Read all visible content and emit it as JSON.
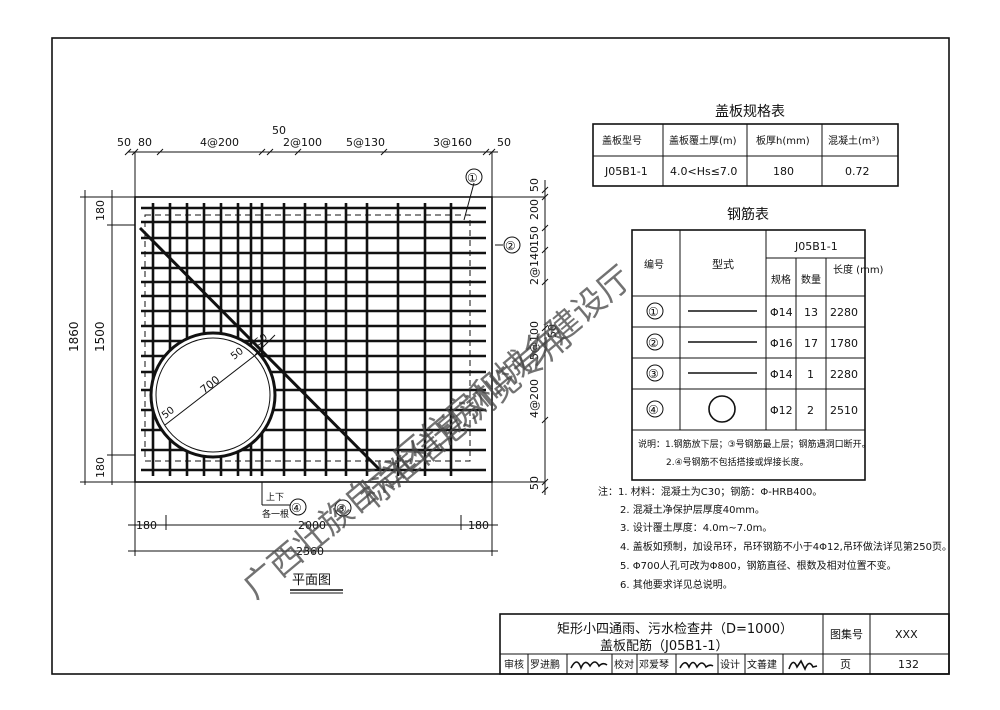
{
  "plan": {
    "title": "平面图",
    "top_dims": [
      "50",
      "80",
      "4@200",
      "50",
      "2@100",
      "5@130",
      "3@160",
      "50"
    ],
    "right_dims": [
      "50",
      "200",
      "150",
      "2@140",
      "5@100",
      "4@200",
      "50"
    ],
    "right_dim_mid": "50",
    "left_outer_dim": "1860",
    "left_inner_dims": [
      "180",
      "1500",
      "180"
    ],
    "bottom_dims": [
      "180",
      "2000",
      "180"
    ],
    "bottom_total": "2360",
    "circle_dims": [
      "700",
      "50",
      "50",
      "50"
    ],
    "callout_text_1": "上下",
    "callout_text_2": "各一根",
    "markers": [
      "①",
      "②",
      "③",
      "④"
    ]
  },
  "spec_table": {
    "title": "盖板规格表",
    "headers": [
      "盖板型号",
      "盖板覆土厚(m)",
      "板厚h(mm)",
      "混凝土(m³)"
    ],
    "row": [
      "J05B1-1",
      "4.0<Hs≤7.0",
      "180",
      "0.72"
    ]
  },
  "rebar_table": {
    "title": "钢筋表",
    "col_no": "编号",
    "col_form": "型式",
    "group": "J05B1-1",
    "sub_headers": [
      "规格",
      "数量",
      "长度\n(mm)"
    ],
    "rows": [
      {
        "no": "①",
        "spec": "Φ14",
        "qty": "13",
        "len": "2280"
      },
      {
        "no": "②",
        "spec": "Φ16",
        "qty": "17",
        "len": "1780"
      },
      {
        "no": "③",
        "spec": "Φ14",
        "qty": "1",
        "len": "2280"
      },
      {
        "no": "④",
        "spec": "Φ12",
        "qty": "2",
        "len": "2510"
      }
    ],
    "note_line1": "说明：1.钢筋放下层；③号钢筋最上层；钢筋遇洞口断开。",
    "note_line2": "2.④号钢筋不包括搭接或焊接长度。"
  },
  "notes": [
    "注：1. 材料：混凝土为C30；钢筋：Φ-HRB400。",
    "2. 混凝土净保护层厚度40mm。",
    "3. 设计覆土厚度：4.0m~7.0m。",
    "4. 盖板如预制，加设吊环，吊环钢筋不小于4Φ12,吊环做法详见第250页。",
    "5. Φ700人孔可改为Φ800，钢筋直径、根数及相对位置不变。",
    "6. 其他要求详见总说明。"
  ],
  "title_block": {
    "title_line1": "矩形小四通雨、污水检查井（D=1000）",
    "title_line2": "盖板配筋（J05B1-1）",
    "atlas_label": "图集号",
    "atlas_value": "XXX",
    "page_label": "页",
    "page_value": "132",
    "review_label": "审核",
    "review_name": "罗进鹏",
    "check_label": "校对",
    "check_name": "邓爱琴",
    "design_label": "设计",
    "design_name": "文善建"
  },
  "watermark": {
    "line1": "广西壮族自治区住房和城乡建设厅",
    "line2": "标准信息浏览专用"
  }
}
